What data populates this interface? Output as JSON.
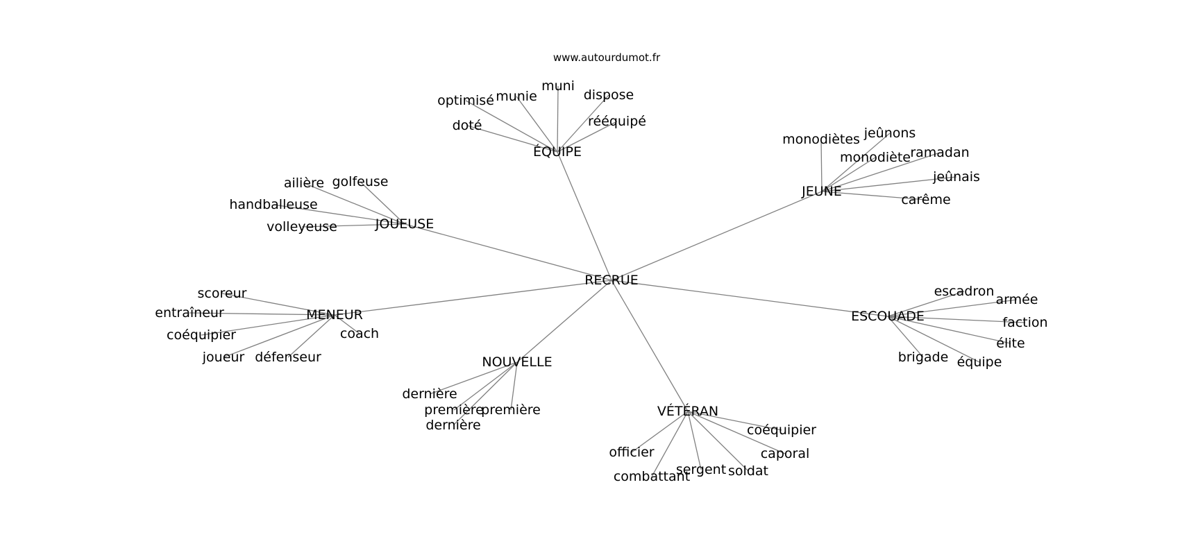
{
  "watermark": "www.autourdumot.fr",
  "center": "RECRUE",
  "clusters": [
    {
      "hub": "ÉQUIPE",
      "leaves": [
        "optimisé",
        "munie",
        "muni",
        "dispose",
        "doté",
        "rééquipé"
      ]
    },
    {
      "hub": "JEUNE",
      "leaves": [
        "monodiètes",
        "jeûnons",
        "monodiète",
        "ramadan",
        "jeûnais",
        "carême"
      ]
    },
    {
      "hub": "JOUEUSE",
      "leaves": [
        "ailière",
        "golfeuse",
        "handballeuse",
        "volleyeuse"
      ]
    },
    {
      "hub": "MENEUR",
      "leaves": [
        "scoreur",
        "entraîneur",
        "coéquipier",
        "coach",
        "joueur",
        "défenseur"
      ]
    },
    {
      "hub": "ESCOUADE",
      "leaves": [
        "escadron",
        "armée",
        "faction",
        "élite",
        "brigade",
        "équipe"
      ]
    },
    {
      "hub": "NOUVELLE",
      "leaves": [
        "dernière",
        "première",
        "première",
        "dernière"
      ]
    },
    {
      "hub": "VÉTÉRAN",
      "leaves": [
        "coéquipier",
        "officier",
        "caporal",
        "sergent",
        "soldat",
        "combattant"
      ]
    }
  ],
  "colors": {
    "edge": "#808080",
    "text": "#000000",
    "background": "#ffffff"
  }
}
